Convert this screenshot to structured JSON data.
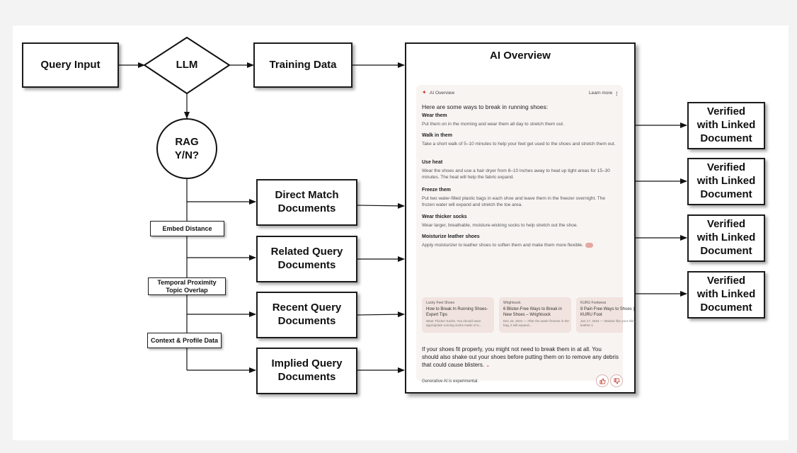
{
  "nodes": {
    "query_input": "Query Input",
    "llm": "LLM",
    "training_data": "Training Data",
    "rag": "RAG\nY/N?",
    "direct_match": "Direct Match\nDocuments",
    "related_query": "Related Query\nDocuments",
    "recent_query": "Recent Query\nDocuments",
    "implied_query": "Implied Query\nDocuments",
    "embed_distance": "Embed Distance",
    "temporal": "Temporal Proximity\nTopic Overlap",
    "context_profile": "Context & Profile Data",
    "verified": [
      "Verified\nwith Linked\nDocument",
      "Verified\nwith Linked\nDocument",
      "Verified\nwith Linked\nDocument",
      "Verified\nwith Linked\nDocument"
    ]
  },
  "overview": {
    "title": "AI Overview",
    "header_label": "AI Overview",
    "learn_more": "Learn more",
    "intro": "Here are some ways to break in running shoes:",
    "sections": [
      {
        "heading": "Wear them",
        "body": "Put them on in the morning and wear them all day to stretch them out."
      },
      {
        "heading": "Walk in them",
        "body": "Take a short walk of 5–10 minutes to help your feet get used to the shoes and stretch them out."
      },
      {
        "heading": "Use heat",
        "body": "Wear the shoes and use a hair dryer from 8–10 inches away to heat up tight areas for 15–30 minutes. The heat will help the fabric expand."
      },
      {
        "heading": "Freeze them",
        "body": "Put two water-filled plastic bags in each shoe and leave them in the freezer overnight. The frozen water will expand and stretch the toe area."
      },
      {
        "heading": "Wear thicker socks",
        "body": "Wear larger, breathable, moisture-wicking socks to help stretch out the shoe."
      },
      {
        "heading": "Moisturize leather shoes",
        "body": "Apply moisturizer to leather shoes to soften them and make them more flexible."
      }
    ],
    "sources": [
      {
        "site": "Lucky Feet Shoes",
        "title": "How to Break In Running Shoes- Expert Tips",
        "snippet": "Wear Thicker Socks. You should wear appropriate running socks made of a..."
      },
      {
        "site": "Wrightsock",
        "title": "6 Blister-Free Ways to Break in New Shoes – Wrightsock",
        "snippet": "Dec 23, 2021 — After the water freezes in the bag, it will expand..."
      },
      {
        "site": "KURU Footwear",
        "title": "8 Pain Free Ways to Shoes | KURU Foot",
        "snippet": "Jan 17, 2024 — Moistur like your skin, leather s"
      }
    ],
    "tail": "If your shoes fit properly, you might not need to break them in at all. You should also shake out your shoes before putting them on to remove any debris that could cause blisters.",
    "footer": "Generative AI is experimental."
  },
  "icons": {
    "sparkle": "sparkle-icon",
    "more": "more-vert-icon",
    "thumbs_up": "thumbs-up-icon",
    "thumbs_down": "thumbs-down-icon",
    "chevron": "chevron-icon"
  },
  "colors": {
    "box_border": "#1c1c1c",
    "accent": "#c0392b",
    "card_bg": "#f7f4f2",
    "source_bg": "#f1e3df"
  }
}
